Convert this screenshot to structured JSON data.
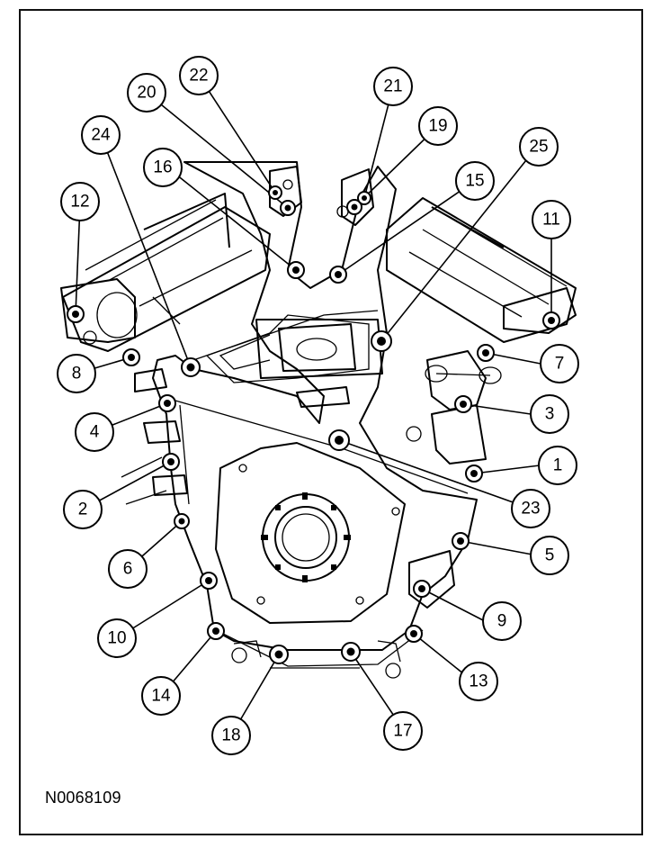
{
  "figure_id": "N0068109",
  "callouts": [
    "1",
    "2",
    "3",
    "4",
    "5",
    "6",
    "7",
    "8",
    "9",
    "10",
    "11",
    "12",
    "13",
    "14",
    "15",
    "16",
    "17",
    "18",
    "19",
    "20",
    "21",
    "22",
    "23",
    "24",
    "25"
  ],
  "icons": {
    "engine_cover": "engine-front-cover-drawing",
    "bolt": "bolt-location-icon"
  }
}
